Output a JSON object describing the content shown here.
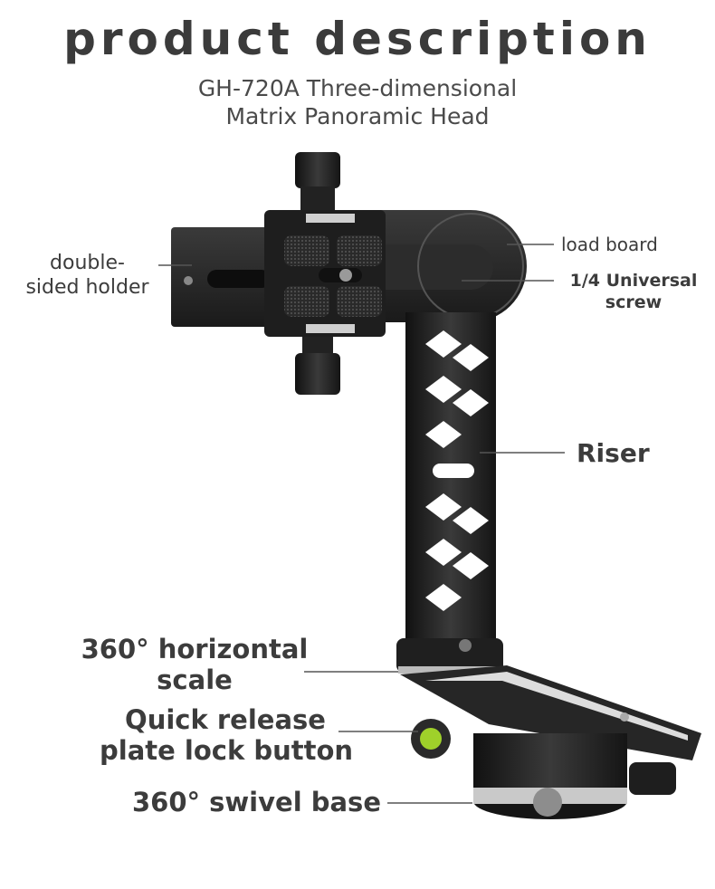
{
  "header": {
    "title": "product description",
    "subtitle_line1": "GH-720A Three-dimensional",
    "subtitle_line2": "Matrix Panoramic Head"
  },
  "callouts": {
    "double_sided_holder_line1": "double-",
    "double_sided_holder_line2": "sided holder",
    "load_board": "load board",
    "universal_screw_line1": "1/4 Universal",
    "universal_screw_line2": "screw",
    "riser": "Riser",
    "horizontal_scale_line1": "360° horizontal",
    "horizontal_scale_line2": "scale",
    "quick_release_line1": "Quick release",
    "quick_release_line2": "plate lock button",
    "swivel_base": "360° swivel base"
  },
  "colors": {
    "background": "#ffffff",
    "text": "#3c3c3c",
    "metal_dark": "#1c1c1c",
    "metal_mid": "#2e2e2e",
    "bubble_level": "#9fd12a"
  }
}
